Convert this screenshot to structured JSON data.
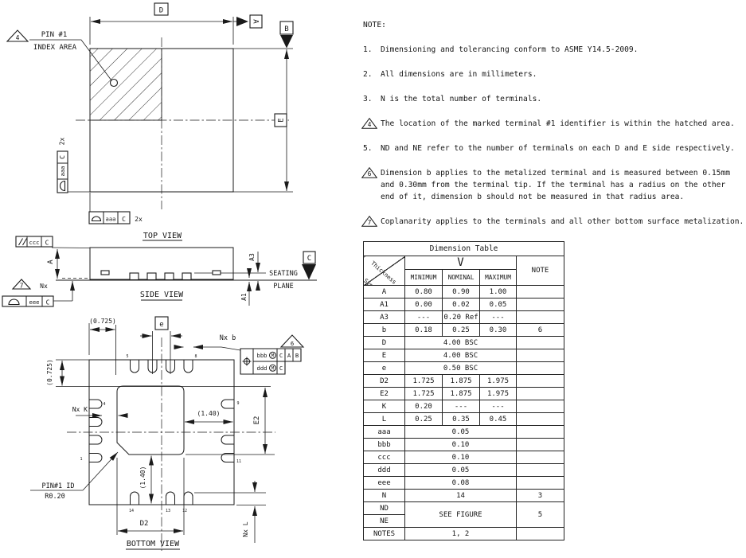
{
  "drawing": {
    "top_view": {
      "title": "TOP VIEW",
      "dim_d": "D",
      "datum_a": "A",
      "datum_b": "B",
      "dim_e": "E",
      "flag4": "4",
      "pin1_line1": "PIN #1",
      "pin1_line2": "INDEX AREA",
      "fcf_left": {
        "tol": "aaa",
        "datum": "C",
        "count": "2x"
      },
      "fcf_bottom": {
        "tol": "aaa",
        "datum": "C",
        "count": "2x"
      }
    },
    "side_view": {
      "title": "SIDE VIEW",
      "dim_a": "A",
      "dim_a1": "A1",
      "dim_a3": "A3",
      "seating1": "SEATING",
      "seating2": "PLANE",
      "datum_c": "C",
      "nx": "Nx",
      "flag7": "7",
      "fcf_parallel": {
        "tol": "ccc",
        "datum": "C"
      },
      "fcf_profile": {
        "tol": "eee",
        "datum": "C"
      }
    },
    "bottom_view": {
      "title": "BOTTOM VIEW",
      "pitch": "e",
      "dim_b": "Nx b",
      "flag6": "6",
      "fcf_pos": {
        "tol1": "bbb",
        "mod1": "M",
        "d1": "C",
        "d2": "A",
        "d3": "B",
        "tol2": "ddd",
        "mod2": "M",
        "d4": "C"
      },
      "ref_0725_top": "(0.725)",
      "ref_0725_left": "(0.725)",
      "ref_140_h": "(1.40)",
      "ref_140_v": "(1.40)",
      "dim_e2": "E2",
      "dim_d2": "D2",
      "dim_k": "Nx K",
      "dim_l": "Nx L",
      "pin1_id1": "PIN#1 ID",
      "pin1_id2": "R0.20",
      "pins": {
        "p1": "1",
        "p4": "4",
        "p5": "5",
        "p8": "8",
        "p9": "9",
        "p11": "11",
        "p12": "12",
        "p13": "13",
        "p14": "14"
      }
    }
  },
  "notes": {
    "heading": "NOTE:",
    "items": [
      {
        "marker": "1.",
        "flag": false,
        "lines": [
          "Dimensioning and tolerancing conform to ASME Y14.5-2009."
        ]
      },
      {
        "marker": "2.",
        "flag": false,
        "lines": [
          "All dimensions are in millimeters."
        ]
      },
      {
        "marker": "3.",
        "flag": false,
        "lines": [
          "N is the total number of terminals."
        ]
      },
      {
        "marker": "4",
        "flag": true,
        "lines": [
          "The location of the marked terminal #1 identifier is within the hatched area."
        ]
      },
      {
        "marker": "5.",
        "flag": false,
        "lines": [
          "ND and NE refer to the number of terminals on each D and E side respectively."
        ]
      },
      {
        "marker": "6",
        "flag": true,
        "lines": [
          "Dimension b applies to the metalized terminal and is measured between 0.15mm",
          "and 0.30mm from the terminal tip. If the terminal has a radius on the other",
          "end of it, dimension b should not be measured in that radius area."
        ]
      },
      {
        "marker": "7",
        "flag": true,
        "lines": [
          "Coplanarity applies to the terminals and all other bottom surface metalization."
        ]
      }
    ]
  },
  "table": {
    "title": "Dimension Table",
    "corner_top": "Thickness",
    "corner_bottom": "Symbol",
    "group_header": "V",
    "note_header": "NOTE",
    "sub": [
      "MINIMUM",
      "NOMINAL",
      "MAXIMUM"
    ],
    "rows": [
      {
        "sym": "A",
        "min": "0.80",
        "nom": "0.90",
        "max": "1.00",
        "note": ""
      },
      {
        "sym": "A1",
        "min": "0.00",
        "nom": "0.02",
        "max": "0.05",
        "note": ""
      },
      {
        "sym": "A3",
        "min": "---",
        "nom": "0.20 Ref",
        "max": "---",
        "note": ""
      },
      {
        "sym": "b",
        "min": "0.18",
        "nom": "0.25",
        "max": "0.30",
        "note": "6"
      },
      {
        "sym": "D",
        "span": "4.00 BSC",
        "note": ""
      },
      {
        "sym": "E",
        "span": "4.00 BSC",
        "note": ""
      },
      {
        "sym": "e",
        "span": "0.50 BSC",
        "note": ""
      },
      {
        "sym": "D2",
        "min": "1.725",
        "nom": "1.875",
        "max": "1.975",
        "note": ""
      },
      {
        "sym": "E2",
        "min": "1.725",
        "nom": "1.875",
        "max": "1.975",
        "note": ""
      },
      {
        "sym": "K",
        "min": "0.20",
        "nom": "---",
        "max": "---",
        "note": ""
      },
      {
        "sym": "L",
        "min": "0.25",
        "nom": "0.35",
        "max": "0.45",
        "note": ""
      },
      {
        "sym": "aaa",
        "span": "0.05",
        "note": ""
      },
      {
        "sym": "bbb",
        "span": "0.10",
        "note": ""
      },
      {
        "sym": "ccc",
        "span": "0.10",
        "note": ""
      },
      {
        "sym": "ddd",
        "span": "0.05",
        "note": ""
      },
      {
        "sym": "eee",
        "span": "0.08",
        "note": ""
      },
      {
        "sym": "N",
        "span": "14",
        "note": "3"
      },
      {
        "sym": "ND",
        "span": "SEE FIGURE",
        "note": "5"
      },
      {
        "sym": "NE"
      },
      {
        "sym": "NOTES",
        "span": "1, 2",
        "note": ""
      }
    ]
  }
}
